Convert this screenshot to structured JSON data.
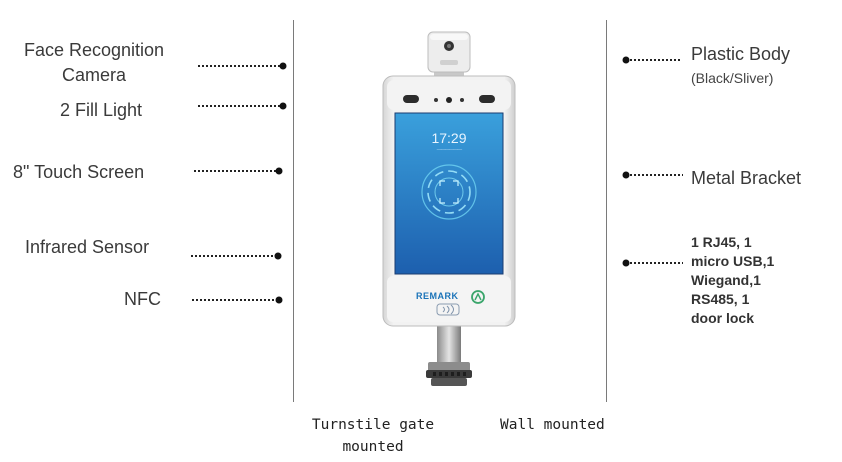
{
  "left_labels": {
    "camera": [
      "Face Recognition",
      "Camera"
    ],
    "fill_light": "2 Fill Light",
    "touch_screen": "8\" Touch Screen",
    "infrared": "Infrared Sensor",
    "nfc": "NFC"
  },
  "right_labels": {
    "body": "Plastic Body",
    "body_sub": "(Black/Sliver)",
    "bracket": "Metal Bracket",
    "ports": [
      "1 RJ45, 1",
      "micro USB,1",
      "Wiegand,1",
      "RS485, 1",
      "door lock"
    ]
  },
  "screen": {
    "time": "17:29",
    "date": "———— ——"
  },
  "device": {
    "brand": "REMARK"
  },
  "mounting": {
    "turnstile": [
      "Turnstile gate",
      "mounted"
    ],
    "wall": "Wall mounted"
  },
  "colors": {
    "screen_top": "#3aa0dc",
    "screen_bottom": "#1d5fae",
    "body": "#ececec",
    "brand": "#1a73b8",
    "logo_green": "#3aa56b"
  }
}
